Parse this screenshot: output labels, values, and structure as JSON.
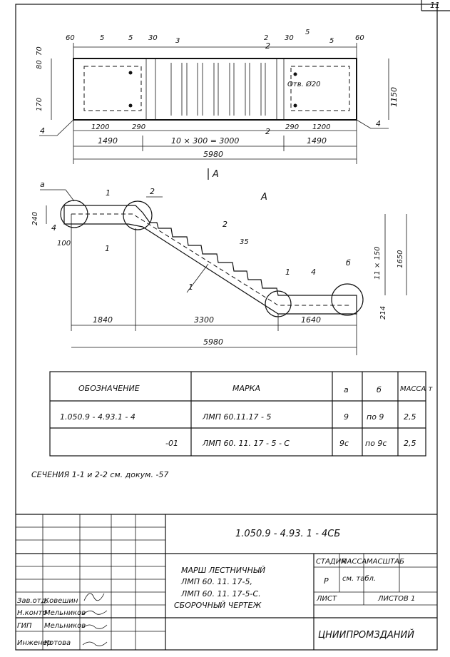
{
  "sheet_number": "11",
  "plan": {
    "dims_top": [
      "60",
      "5",
      "5",
      "30",
      "3",
      "2",
      "30",
      "5",
      "5",
      "60"
    ],
    "dims_left": [
      "70",
      "80",
      "170"
    ],
    "dims_right": "1150",
    "hole_label": "Отв. Ø20",
    "dims_bottom_1": [
      "1200",
      "290",
      "290",
      "1200"
    ],
    "dims_bottom_2": [
      "1490",
      "10 × 300 = 3000",
      "1490"
    ],
    "total": "5980",
    "leaders": [
      "4",
      "4"
    ],
    "section_marks": [
      "2",
      "2"
    ],
    "view_label": "А"
  },
  "section": {
    "view_label": "А",
    "callouts": [
      "а",
      "2",
      "1",
      "1",
      "4",
      "1",
      "2",
      "35",
      "1",
      "4",
      "б"
    ],
    "dims_left": [
      "240",
      "100"
    ],
    "dims_right": [
      "11 × 150",
      "1650",
      "214"
    ],
    "dims_bottom": [
      "1840",
      "3300",
      "1640"
    ],
    "total": "5980"
  },
  "spec_table": {
    "headers": [
      "ОБОЗНАЧЕНИЕ",
      "МАРКА",
      "а",
      "б",
      "МАССА т"
    ],
    "rows": [
      [
        "1.050.9 - 4.93.1 - 4",
        "ЛМП 60.11.17 - 5",
        "9",
        "по 9",
        "2,5"
      ],
      [
        "-01",
        "ЛМП 60. 11. 17 - 5 - С",
        "9с",
        "по 9с",
        "2,5"
      ]
    ]
  },
  "note": "СЕЧЕНИЯ 1-1 и 2-2 см. докум. -57",
  "title_block": {
    "doc_code": "1.050.9 - 4.93. 1 - 4СБ",
    "title_lines": [
      "МАРШ  ЛЕСТНИЧНЫЙ",
      "ЛМП 60. 11. 17-5,",
      "ЛМП 60. 11. 17-5-С.",
      "СБОРОЧНЫЙ ЧЕРТЕЖ"
    ],
    "stage_header": "СТАДИЯ",
    "mass_header": "МАССА",
    "scale_header": "МАСШТАБ",
    "stage_value": "Р",
    "mass_value": "см. табл.",
    "sheet_label": "ЛИСТ",
    "sheets_label": "ЛИСТОВ 1",
    "org": "ЦНИИПРОМЗДАНИЙ",
    "roles": [
      "Зав.отд.",
      "Н.контр",
      "ГИП",
      "Инженер"
    ],
    "names": [
      "Ковешин",
      "Мельников",
      "Мельников",
      "Котова"
    ]
  }
}
